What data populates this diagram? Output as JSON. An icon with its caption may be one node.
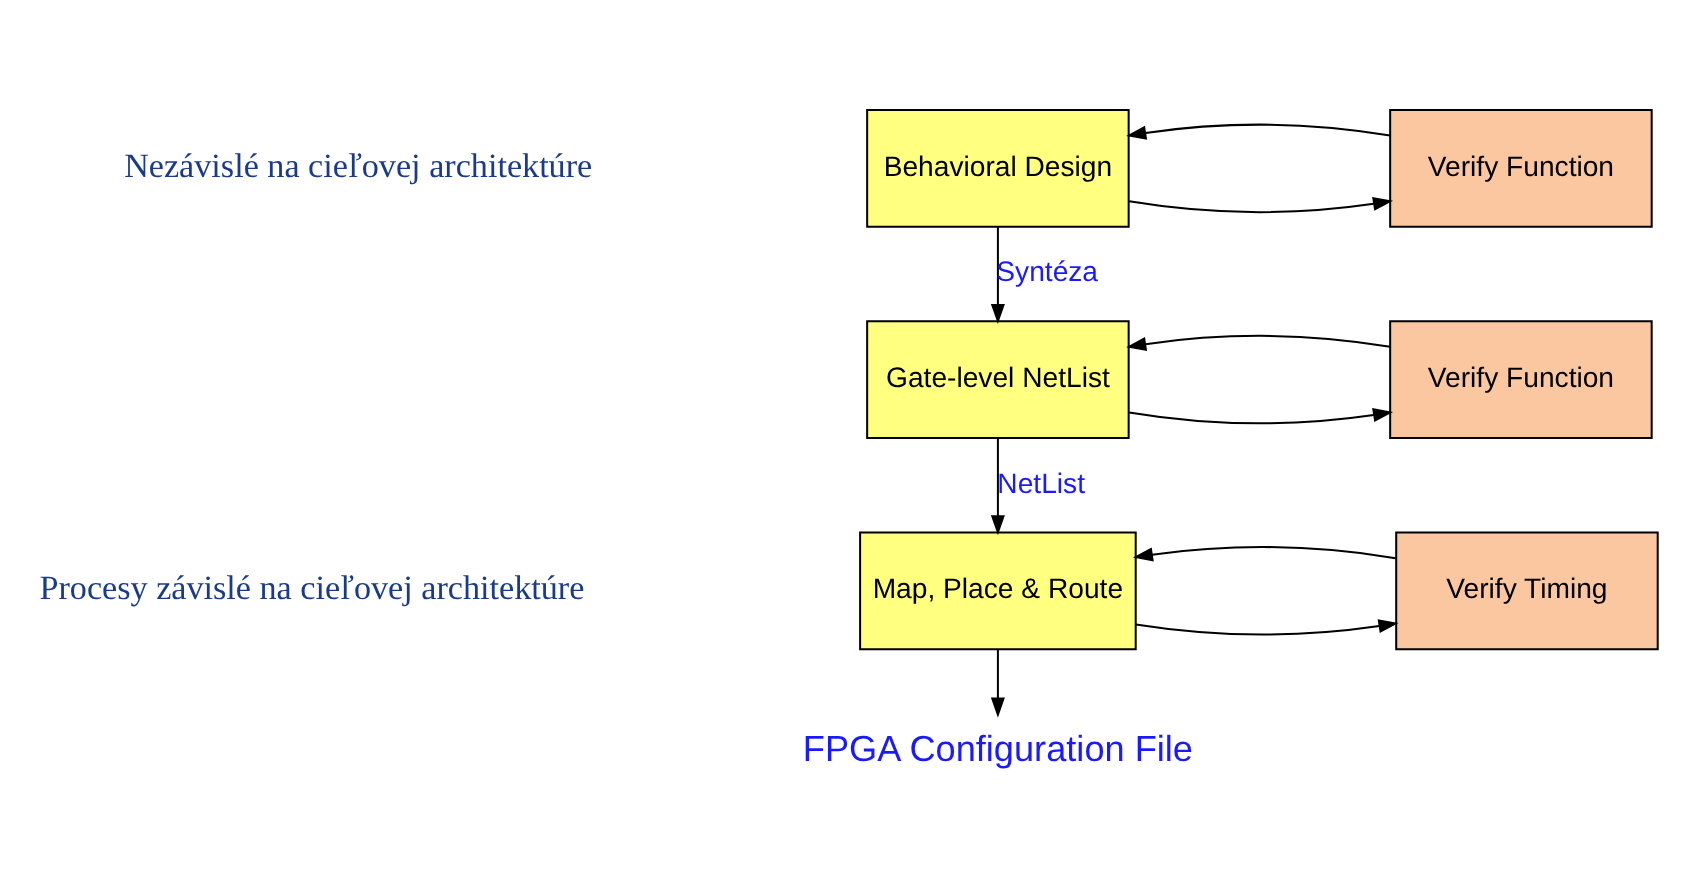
{
  "diagram": {
    "nodes": [
      {
        "text": [
          "Behavioral Design"
        ]
      },
      {
        "text": [
          "Verify Function"
        ]
      },
      {
        "text": [
          "Gate-level NetList"
        ]
      },
      {
        "text": [
          "Verify Function"
        ]
      },
      {
        "text": [
          "Map, Place & Route"
        ]
      },
      {
        "text": [
          "Verify Timing"
        ]
      },
      {
        "text": [
          "FPGA Configuration File"
        ]
      }
    ],
    "edges": [
      {
        "from": 0,
        "to": 1,
        "arrow": "to"
      },
      {
        "from": 1,
        "to": 0,
        "arrow": "to"
      },
      {
        "from": 0,
        "to": 2,
        "arrow": "to",
        "label": "Syntéza"
      },
      {
        "from": 2,
        "to": 3,
        "arrow": "to"
      },
      {
        "from": 3,
        "to": 2,
        "arrow": "to"
      },
      {
        "from": 2,
        "to": 4,
        "arrow": "to",
        "label": "NetList"
      },
      {
        "from": 4,
        "to": 5,
        "arrow": "to"
      },
      {
        "from": 5,
        "to": 4,
        "arrow": "to"
      },
      {
        "from": 4,
        "to": 6,
        "arrow": "to"
      }
    ],
    "labels": [
      "Nezávislé na cieľovej architektúre",
      "Procesy závislé na cieľovej architektúre"
    ]
  }
}
